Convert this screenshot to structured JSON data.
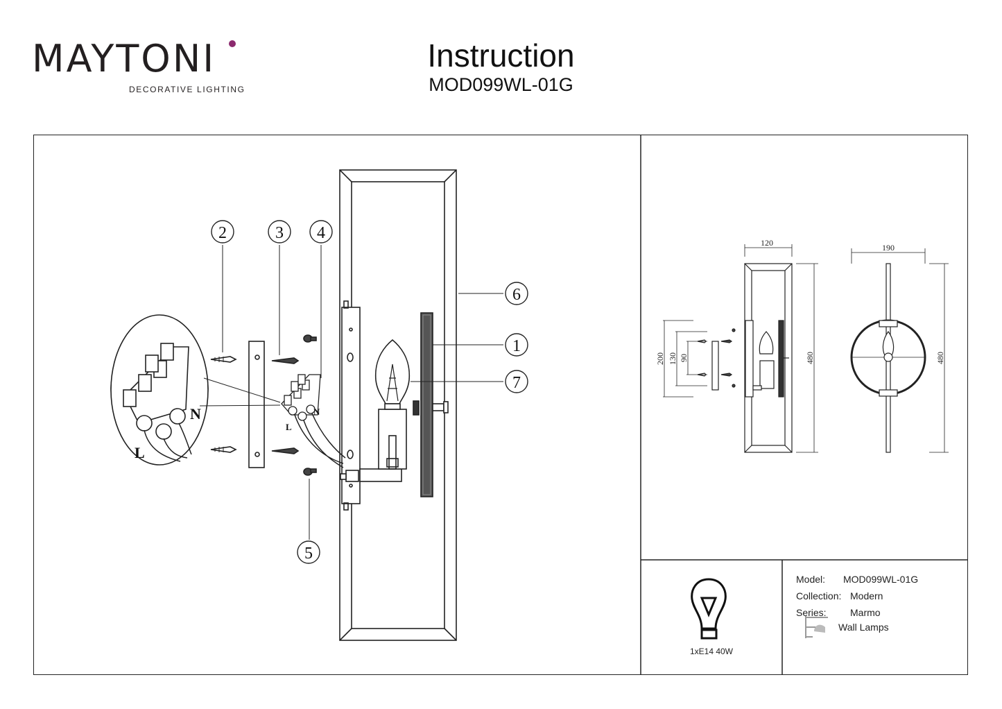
{
  "brand": {
    "name": "MAYTONI",
    "tagline": "DECORATIVE LIGHTING",
    "accent_color": "#8c2a6e"
  },
  "header": {
    "title": "Instruction",
    "model_code": "MOD099WL-01G"
  },
  "assembly": {
    "callouts": [
      "1",
      "2",
      "3",
      "4",
      "5",
      "6",
      "7"
    ],
    "wire_labels": {
      "live": "L",
      "neutral": "N"
    }
  },
  "dimensions": {
    "front": {
      "width": "120",
      "height": "480",
      "backplate": "200",
      "mount_span": "130",
      "screw_span": "90"
    },
    "side": {
      "width": "190",
      "height": "480"
    }
  },
  "bulb": {
    "icon": "bulb-icon",
    "spec": "1xE14 40W"
  },
  "specs": {
    "model_label": "Model:",
    "model_value": "MOD099WL-01G",
    "collection_label": "Collection:",
    "collection_value": "Modern",
    "series_label": "Series:",
    "series_value": "Marmo",
    "type_icon": "wall-lamp-icon",
    "type_value": "Wall Lamps"
  }
}
